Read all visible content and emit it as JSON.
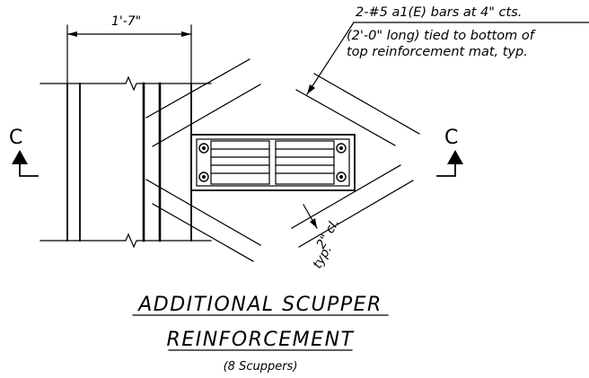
{
  "dimension_width": "1'-7\"",
  "note": {
    "line1": "2-#5 a1(E) bars at 4\" cts.",
    "line2": "(2'-0\" long) tied to bottom of",
    "line3": "top reinforcement mat, typ."
  },
  "section_marks": {
    "left": "C",
    "right": "C"
  },
  "clearance": {
    "value": "2\" cl.",
    "qualifier": "typ."
  },
  "title": {
    "line1": "ADDITIONAL SCUPPER",
    "line2": "REINFORCEMENT"
  },
  "subtitle": "(8 Scuppers)"
}
